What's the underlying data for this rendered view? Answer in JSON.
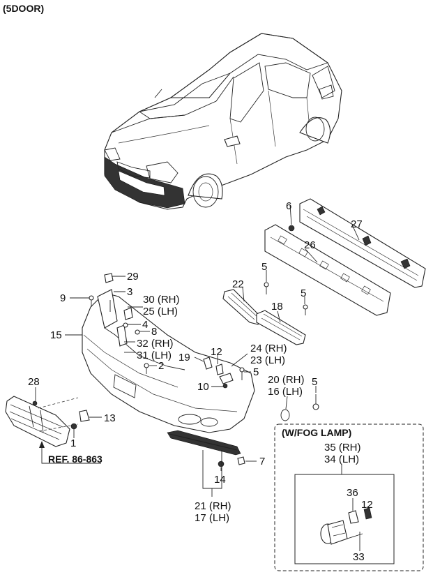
{
  "title": "(5DOOR)",
  "ref_label": "REF. 86-863",
  "fog_box_title": "(W/FOG LAMP)",
  "labels": {
    "l1": "1",
    "l2": "2",
    "l3": "3",
    "l4": "4",
    "l5a": "5",
    "l5b": "5",
    "l5c": "5",
    "l5d": "5",
    "l6": "6",
    "l7": "7",
    "l8": "8",
    "l9": "9",
    "l10": "10",
    "l12a": "12",
    "l12b": "12",
    "l13": "13",
    "l14": "14",
    "l15": "15",
    "l16": "16 (LH)",
    "l17": "17 (LH)",
    "l18": "18",
    "l19": "19",
    "l20": "20 (RH)",
    "l21": "21 (RH)",
    "l22": "22",
    "l23": "23 (LH)",
    "l24": "24 (RH)",
    "l25": "25 (LH)",
    "l26": "26",
    "l27": "27",
    "l28": "28",
    "l29": "29",
    "l30": "30 (RH)",
    "l31": "31 (LH)",
    "l32": "32 (RH)",
    "l33": "33",
    "l34": "34 (LH)",
    "l35": "35 (RH)",
    "l36": "36"
  }
}
